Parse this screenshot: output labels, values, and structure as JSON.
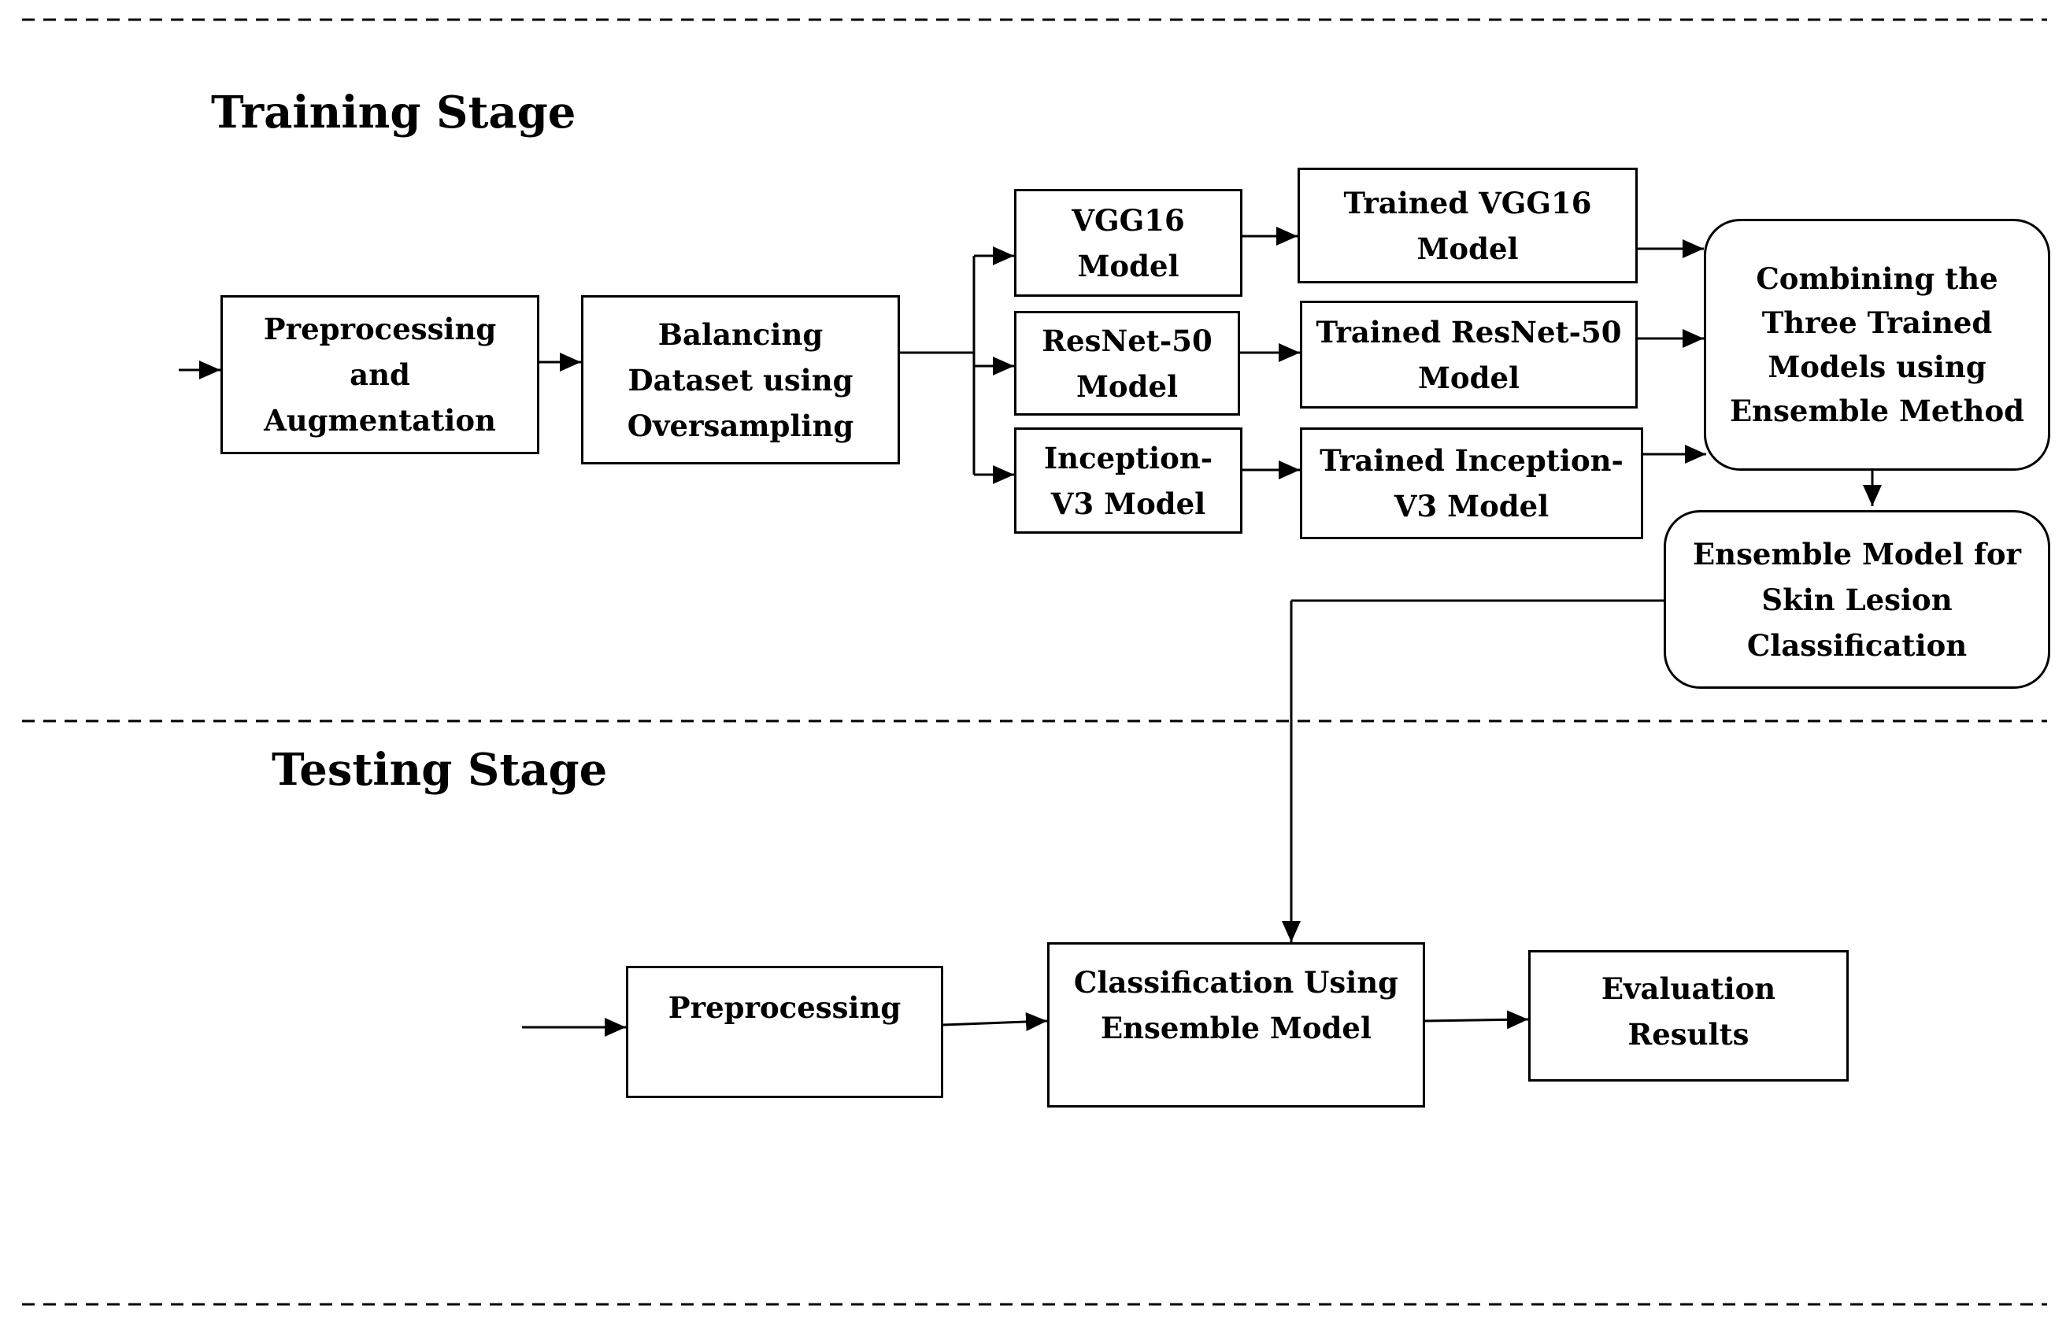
{
  "training": {
    "title": "Training Stage",
    "preprocess_aug": [
      "Preprocessing",
      "and",
      "Augmentation"
    ],
    "balancing": [
      "Balancing",
      "Dataset using",
      "Oversampling"
    ],
    "vgg16": [
      "VGG16",
      "Model"
    ],
    "resnet50": [
      "ResNet-50",
      "Model"
    ],
    "inception": [
      "Inception-",
      "V3 Model"
    ],
    "trained_vgg16": [
      "Trained VGG16",
      "Model"
    ],
    "trained_resnet50": [
      "Trained ResNet-50",
      "Model"
    ],
    "trained_inception": [
      "Trained Inception-",
      "V3 Model"
    ],
    "combining": [
      "Combining the",
      "Three Trained",
      "Models using",
      "Ensemble Method"
    ],
    "ensemble_model": [
      "Ensemble Model for",
      "Skin Lesion",
      "Classification"
    ]
  },
  "testing": {
    "title": "Testing Stage",
    "preprocessing": [
      "Preprocessing"
    ],
    "classification": [
      "Classification Using",
      "Ensemble Model"
    ],
    "evaluation": [
      "Evaluation",
      "Results"
    ]
  }
}
